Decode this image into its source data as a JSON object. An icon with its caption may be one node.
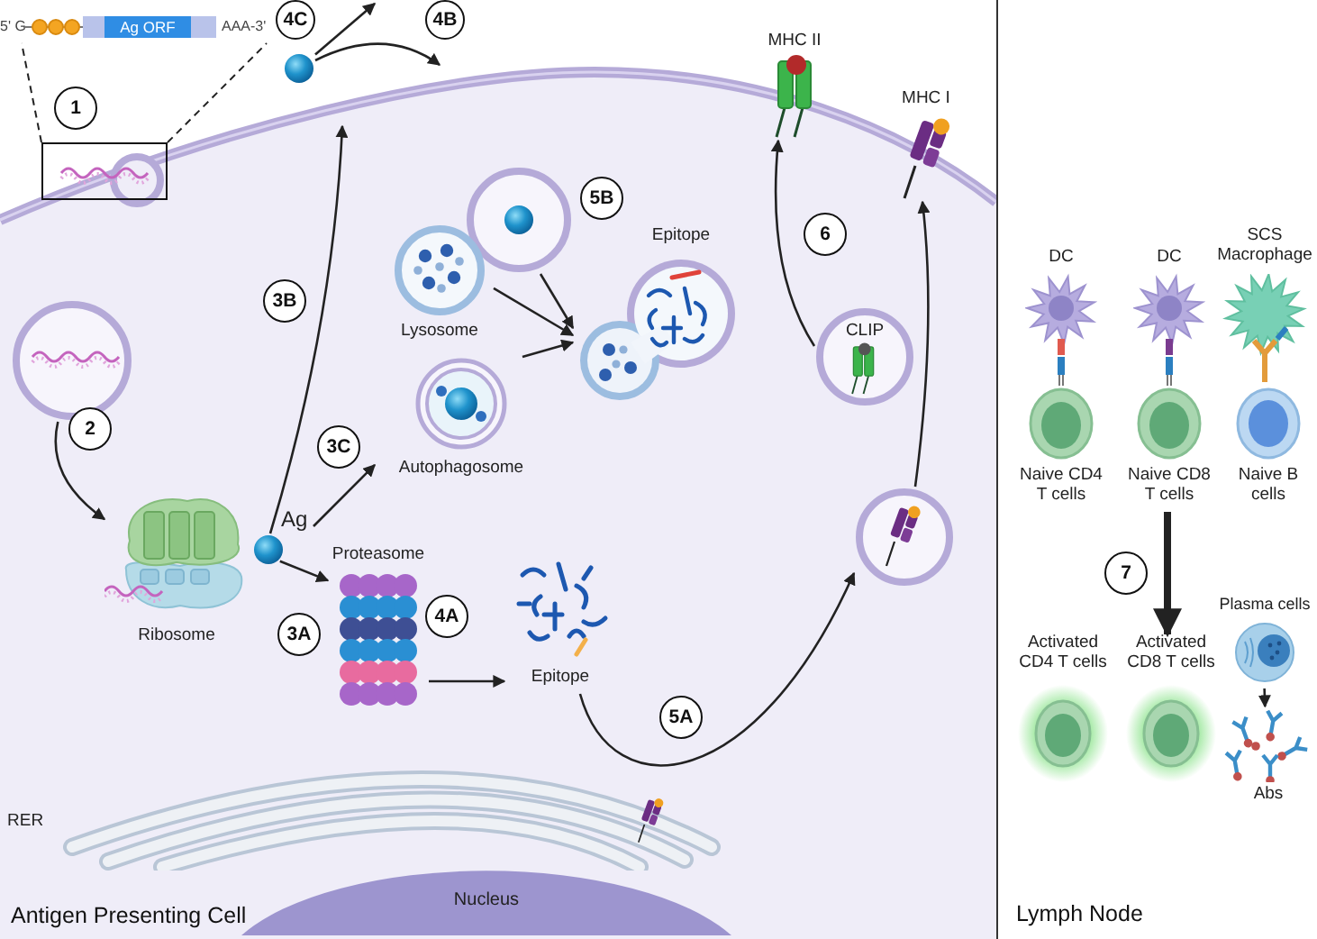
{
  "diagram": {
    "nodes": [
      {
        "text": [
          "Antigen Presenting Cell"
        ]
      },
      {
        "text": [
          "5' G",
          "Ag ORF",
          "AAA-3'"
        ]
      },
      {
        "text": [],
        "shape": "box",
        "in": 0
      },
      {
        "text": [
          "1"
        ],
        "in": 0
      },
      {
        "text": [],
        "shape": "circle",
        "in": 0
      },
      {
        "text": [
          "2"
        ],
        "in": 0
      },
      {
        "text": [
          "Ribosome"
        ],
        "in": 0
      },
      {
        "text": [
          "Ag"
        ],
        "in": 0
      },
      {
        "text": [
          "3B"
        ],
        "in": 0
      },
      {
        "text": [
          "4C"
        ]
      },
      {
        "text": [
          "4B"
        ]
      },
      {
        "text": [],
        "shape": "circle"
      },
      {
        "text": [],
        "shape": "circle",
        "in": 0
      },
      {
        "text": [
          "Lysosome"
        ],
        "in": 0
      },
      {
        "text": [
          "Autophagosome"
        ],
        "in": 0
      },
      {
        "text": [
          "3C"
        ],
        "in": 0
      },
      {
        "text": [
          "5B"
        ],
        "in": 0
      },
      {
        "text": [
          "Epitope"
        ],
        "in": 0
      },
      {
        "text": [
          "6"
        ],
        "in": 0
      },
      {
        "text": [
          "CLIP"
        ],
        "in": 0
      },
      {
        "text": [
          "MHC II"
        ],
        "in": 0
      },
      {
        "text": [
          "MHC I"
        ],
        "in": 0
      },
      {
        "text": [
          "Proteasome"
        ],
        "in": 0
      },
      {
        "text": [
          "3A"
        ],
        "in": 0
      },
      {
        "text": [
          "4A"
        ],
        "in": 0
      },
      {
        "text": [
          "Epitope"
        ],
        "in": 0
      },
      {
        "text": [
          "5A"
        ],
        "in": 0
      },
      {
        "text": [
          "RER"
        ],
        "in": 0
      },
      {
        "text": [],
        "shape": "circle",
        "in": 0
      },
      {
        "text": [
          "Nucleus"
        ],
        "in": 0
      },
      {
        "text": [
          "Lymph Node"
        ]
      },
      {
        "text": [
          "DC"
        ],
        "in": 30
      },
      {
        "text": [
          "DC"
        ],
        "in": 30
      },
      {
        "text": [
          "SCS Macrophage"
        ],
        "in": 30
      },
      {
        "text": [
          "Naive CD4 T cells"
        ],
        "in": 30
      },
      {
        "text": [
          "Naive CD8 T cells"
        ],
        "in": 30
      },
      {
        "text": [
          "Naive B cells"
        ],
        "in": 30
      },
      {
        "text": [
          "7"
        ],
        "in": 30
      },
      {
        "text": [
          "Activated CD4 T cells"
        ],
        "in": 30
      },
      {
        "text": [
          "Activated CD8 T cells"
        ],
        "in": 30
      },
      {
        "text": [
          "Plasma cells"
        ],
        "in": 30
      },
      {
        "text": [
          "Abs"
        ],
        "in": 30
      }
    ],
    "edges": [
      {
        "from": 2,
        "to": 1,
        "arrow": "none",
        "style": "dashed"
      },
      {
        "from": 2,
        "to": 1,
        "arrow": "none",
        "style": "dashed"
      },
      {
        "from": 4,
        "to": 6,
        "arrow": "to"
      },
      {
        "from": 7,
        "to": null,
        "arrow": "to"
      },
      {
        "from": 11,
        "to": null,
        "arrow": "to"
      },
      {
        "from": 11,
        "to": 0,
        "arrow": "to"
      },
      {
        "from": 7,
        "to": 14,
        "arrow": "to"
      },
      {
        "from": 7,
        "to": 22,
        "arrow": "to"
      },
      {
        "from": 22,
        "to": 25,
        "arrow": "to"
      },
      {
        "from": 12,
        "to": 17,
        "arrow": "to"
      },
      {
        "from": 13,
        "to": 17,
        "arrow": "to"
      },
      {
        "from": 14,
        "to": 17,
        "arrow": "to"
      },
      {
        "from": 19,
        "to": 20,
        "arrow": "to"
      },
      {
        "from": 25,
        "to": 28,
        "arrow": "to"
      },
      {
        "from": 28,
        "to": 21,
        "arrow": "to"
      },
      {
        "from": 35,
        "to": 39,
        "arrow": "to",
        "style": "thick"
      },
      {
        "from": 40,
        "to": 41,
        "arrow": "to"
      }
    ]
  }
}
